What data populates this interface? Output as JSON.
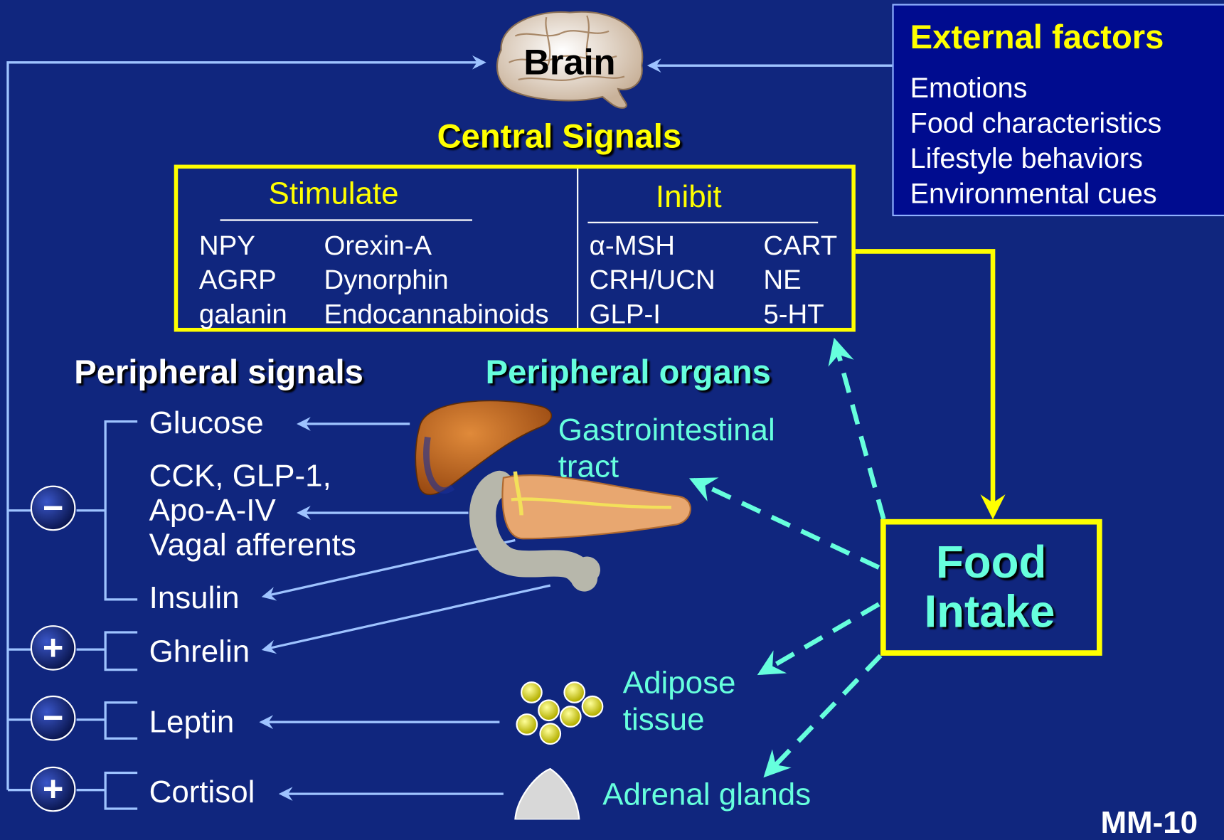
{
  "brain": {
    "label": "Brain"
  },
  "central_signals": {
    "title": "Central Signals",
    "stimulate": {
      "header": "Stimulate",
      "col1": [
        "NPY",
        "AGRP",
        "galanin"
      ],
      "col2": [
        "Orexin-A",
        "Dynorphin",
        "Endocannabinoids"
      ]
    },
    "inhibit": {
      "header": "Inibit",
      "col1": [
        "α-MSH",
        "CRH/UCN",
        "GLP-I"
      ],
      "col2": [
        "CART",
        "NE",
        "5-HT"
      ]
    }
  },
  "external_factors": {
    "title": "External factors",
    "items": [
      "Emotions",
      "Food characteristics",
      "Lifestyle behaviors",
      "Environmental cues"
    ]
  },
  "peripheral_signals": {
    "title": "Peripheral signals",
    "glucose": "Glucose",
    "gi_signals": [
      "CCK, GLP-1,",
      "Apo-A-IV",
      "Vagal afferents"
    ],
    "insulin": "Insulin",
    "ghrelin": "Ghrelin",
    "leptin": "Leptin",
    "cortisol": "Cortisol"
  },
  "peripheral_organs": {
    "title": "Peripheral organs",
    "gi": [
      "Gastrointestinal",
      "tract"
    ],
    "adipose": [
      "Adipose",
      "tissue"
    ],
    "adrenal": "Adrenal glands"
  },
  "food_intake": {
    "line1": "Food",
    "line2": "Intake"
  },
  "signs": {
    "minus": "−",
    "plus": "+"
  },
  "slide_id": "MM-10",
  "colors": {
    "background": "#10267e",
    "yellow": "#ffff00",
    "cyan": "#66ffdd",
    "line": "#9ec3ff"
  }
}
